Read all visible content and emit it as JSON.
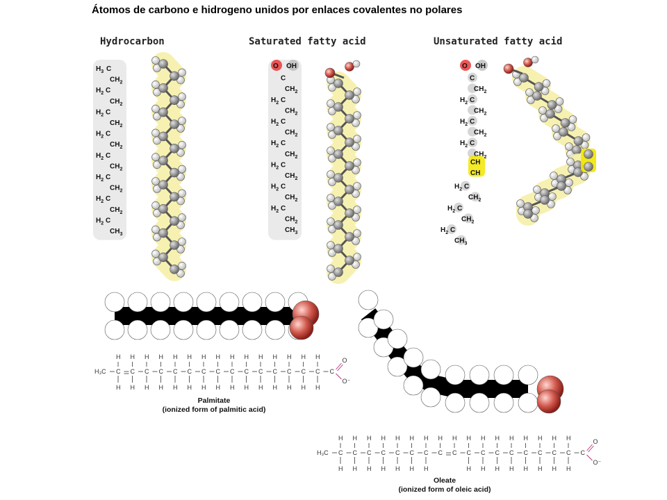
{
  "slide": {
    "title": "Átomos de carbono e hidrogeno unidos por enlaces covalentes no polares"
  },
  "panels": {
    "hydrocarbon": {
      "title": "Hydrocarbon"
    },
    "saturated": {
      "title": "Saturated fatty acid"
    },
    "unsaturated": {
      "title": "Unsaturated fatty acid"
    }
  },
  "labels": {
    "h3c": "H3C",
    "ch2": "CH2",
    "h2c": "H2C",
    "ch3": "CH3",
    "ch": "CH",
    "c": "C",
    "o": "O",
    "oh": "OH",
    "h": "H",
    "o_minus": "O⁻",
    "palmitate_start": "H₃C",
    "oleate_start": "H₃C"
  },
  "captions": {
    "palmitate_name": "Palmitate",
    "palmitate_sub": "(ionized form of palmitic acid)",
    "oleate_name": "Oleate",
    "oleate_sub": "(ionized form of oleic acid)"
  },
  "colors": {
    "oxygen": "#e83a3a",
    "hydrogen": "#ffffff",
    "carbon": "#8a8a8a",
    "glow": "#f5f0a8",
    "double_bond": "#f2e600",
    "carboxyl_formula": "#b0307a"
  }
}
